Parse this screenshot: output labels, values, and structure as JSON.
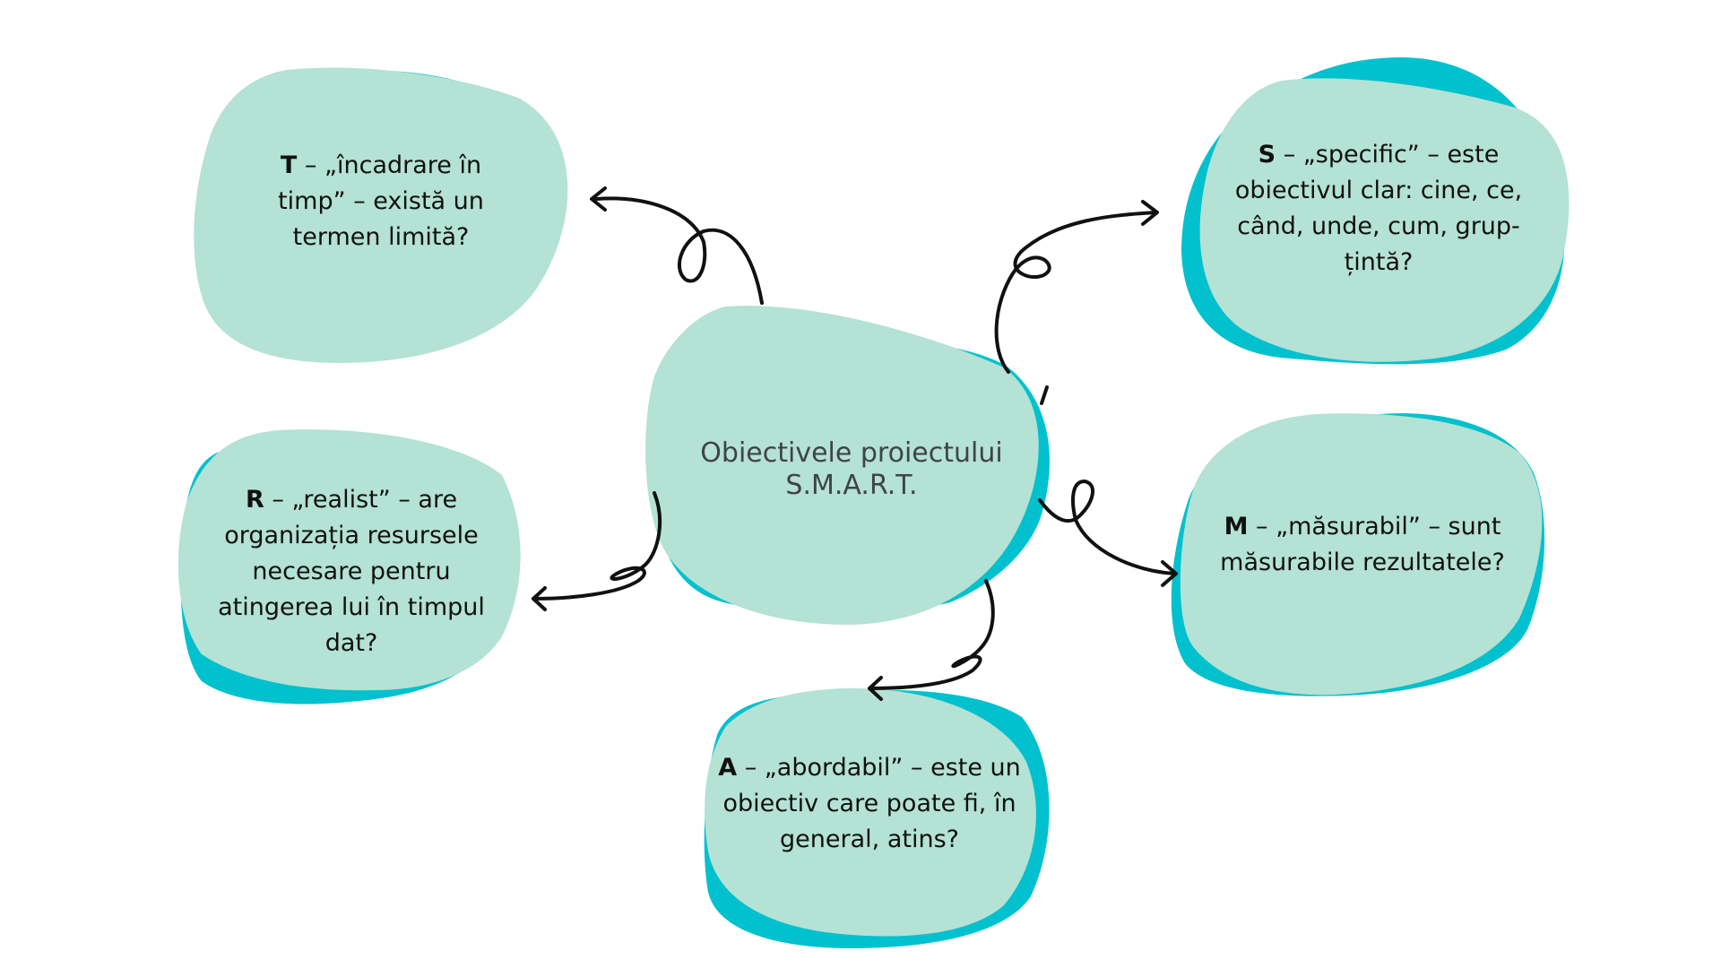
{
  "colors": {
    "blob_fill": "#b4e2d4",
    "blob_shadow": "#00c1cd",
    "connector": "#111111",
    "text": "#111111",
    "center_text": "#3f4447"
  },
  "center": {
    "line1": "Obiectivele proiectului",
    "line2": "S.M.A.R.T."
  },
  "nodes": {
    "t": {
      "letter": "T",
      "text": " – „încadrare în timp” – există un termen limită?"
    },
    "s": {
      "letter": "S",
      "text": " – „specific” – este obiectivul clar: cine, ce, când, unde, cum, grup-țintă?"
    },
    "r": {
      "letter": "R",
      "text": " – „realist” – are organizația resursele necesare pentru atingerea lui în timpul dat?"
    },
    "m": {
      "letter": "M",
      "text": " – „măsurabil” – sunt măsurabile rezultatele?"
    },
    "a": {
      "letter": "A",
      "text": " – „abordabil” – este un obiectiv care poate fi, în general, atins?"
    }
  }
}
